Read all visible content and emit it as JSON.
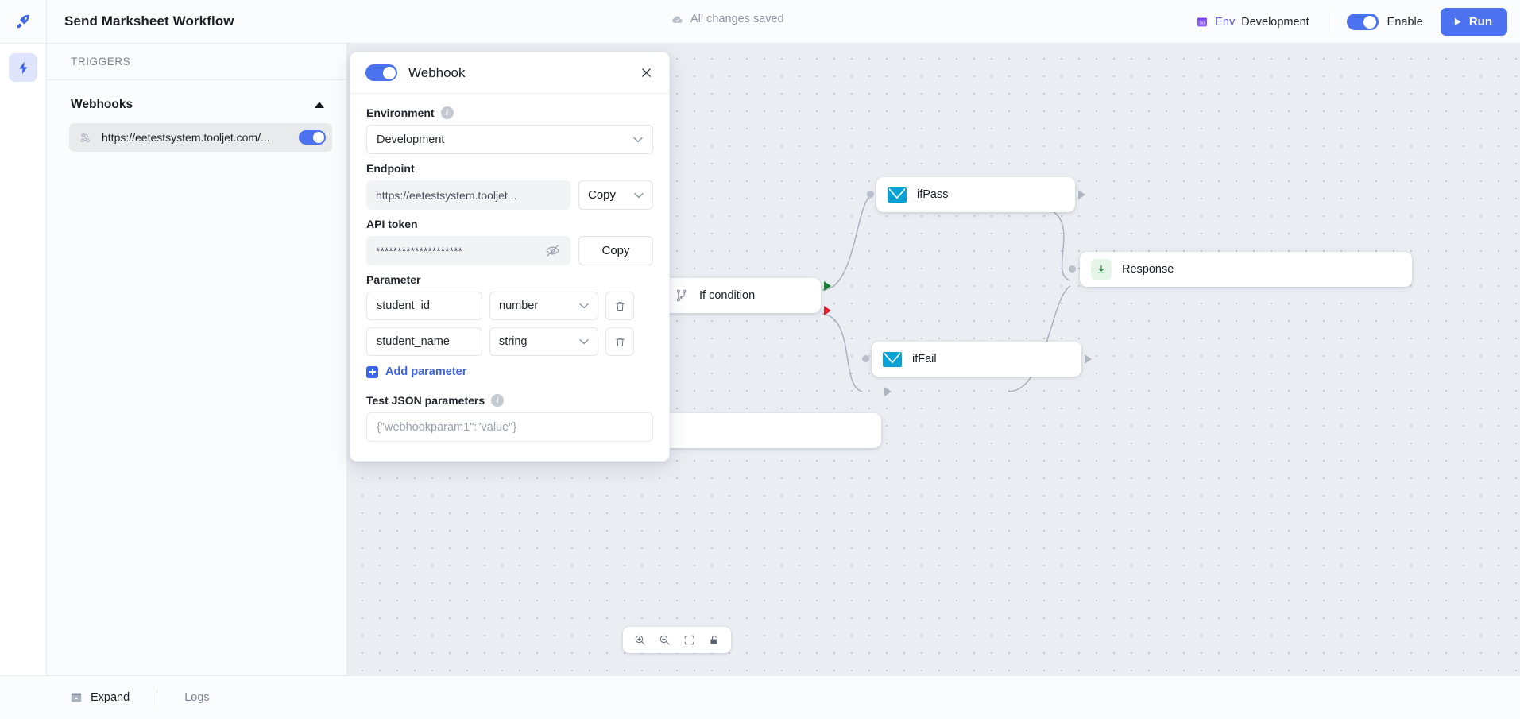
{
  "header": {
    "logo_icon": "rocket-icon",
    "title": "Send Marksheet Workflow",
    "save_status": "All changes saved",
    "save_icon": "cloud-check-icon",
    "env_icon": "variable-icon",
    "env_label": "Env",
    "env_value": "Development",
    "enable_label": "Enable",
    "enable_on": true,
    "run_label": "Run",
    "run_icon": "play-icon",
    "accent_color": "#4d72f0",
    "env_accent": "#5e5adb"
  },
  "rail": {
    "items": [
      {
        "name": "triggers-rail-button",
        "icon": "lightning-bolt-icon",
        "active": true
      }
    ]
  },
  "sidebar": {
    "heading": "TRIGGERS",
    "section": {
      "title": "Webhooks",
      "collapse_icon": "caret-up-icon",
      "expanded": true
    },
    "webhooks": [
      {
        "icon": "webhook-icon",
        "url": "https://eetestsystem.tooljet.com/...",
        "enabled": true
      }
    ]
  },
  "panel": {
    "title": "Webhook",
    "enabled": true,
    "close_icon": "close-icon",
    "environment": {
      "label": "Environment",
      "info_icon": "info-icon",
      "value": "Development",
      "chevron_icon": "chevron-down-icon"
    },
    "endpoint": {
      "label": "Endpoint",
      "value": "https://eetestsystem.tooljet...",
      "copy_label": "Copy",
      "chevron_icon": "chevron-down-icon"
    },
    "api_token": {
      "label": "API token",
      "value": "********************",
      "eye_icon": "eye-off-icon",
      "copy_label": "Copy"
    },
    "parameter": {
      "label": "Parameter",
      "rows": [
        {
          "name": "student_id",
          "type": "number",
          "delete_icon": "trash-icon",
          "chevron_icon": "chevron-down-icon"
        },
        {
          "name": "student_name",
          "type": "string",
          "delete_icon": "trash-icon",
          "chevron_icon": "chevron-down-icon"
        }
      ],
      "add_label": "Add parameter",
      "add_icon": "plus-square-icon"
    },
    "test_json": {
      "label": "Test JSON parameters",
      "info_icon": "info-icon",
      "placeholder": "{\"webhookparam1\":\"value\"}",
      "value": ""
    }
  },
  "canvas": {
    "nodes": [
      {
        "id": "ifpass",
        "label": "ifPass",
        "icon": "mail-icon"
      },
      {
        "id": "ifcond",
        "label": "If condition",
        "icon": "branch-icon"
      },
      {
        "id": "iffail",
        "label": "ifFail",
        "icon": "mail-icon"
      },
      {
        "id": "response",
        "label": "Response",
        "icon": "response-arrow-icon"
      },
      {
        "id": "hidden",
        "label": "",
        "icon": ""
      }
    ],
    "tools": [
      {
        "name": "zoom-in-button",
        "icon": "zoom-in-icon"
      },
      {
        "name": "zoom-out-button",
        "icon": "zoom-out-icon"
      },
      {
        "name": "fit-view-button",
        "icon": "fit-screen-icon"
      },
      {
        "name": "lock-button",
        "icon": "lock-open-icon"
      }
    ]
  },
  "bottombar": {
    "expand_label": "Expand",
    "expand_icon": "expand-panel-icon",
    "logs_label": "Logs"
  }
}
